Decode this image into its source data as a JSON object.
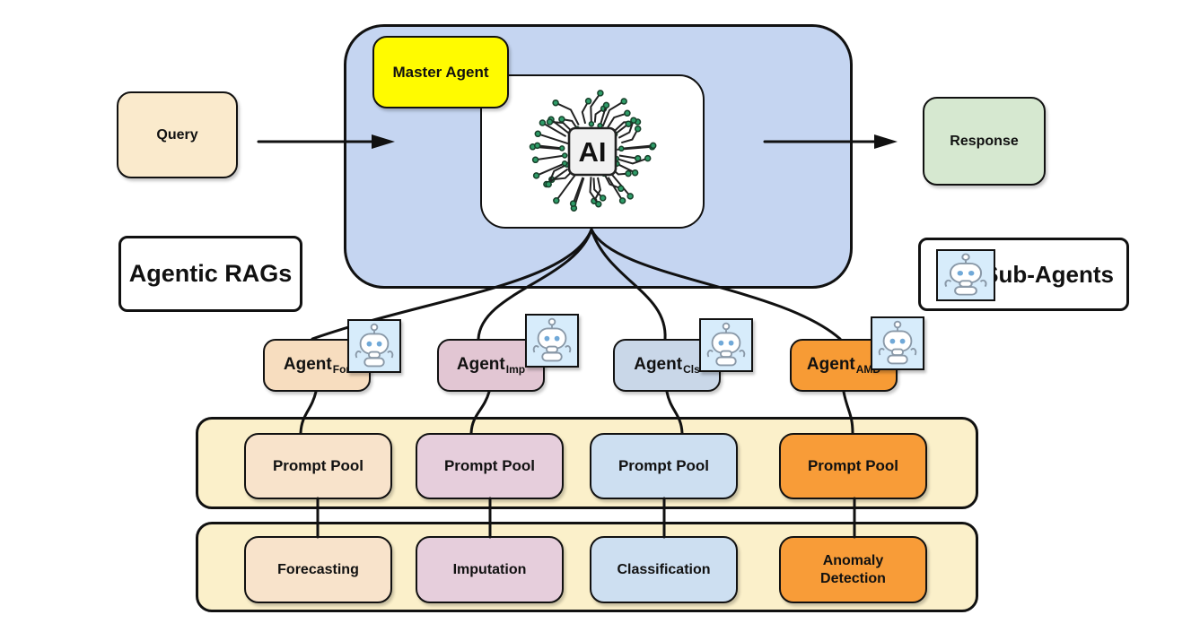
{
  "labels": {
    "master_agent": "Master Agent",
    "query": "Query",
    "response": "Response",
    "agentic_rags": "Agentic RAGs",
    "sub_agents": "Sub-Agents",
    "ai_chip": "AI"
  },
  "icons": {
    "ai_chip": "ai-chip-icon",
    "robot": "robot-icon"
  },
  "colors": {
    "master_container_bg": "#C5D5F1",
    "master_label_bg": "#FFFB00",
    "query_bg": "#FAEACC",
    "response_bg": "#D6E8D0",
    "row_container_bg": "#FBF0CA",
    "robot_icon_bg": "#D7ECFB",
    "outline": "#111111",
    "chip_dot_green": "#2E9C68"
  },
  "agents": [
    {
      "label": "Agent",
      "subscript": "For",
      "agent_color": "#F7DDBF",
      "pool_label": "Prompt Pool",
      "pool_color": "#F8E3CB",
      "task_label": "Forecasting",
      "task_color": "#F8E3CB"
    },
    {
      "label": "Agent",
      "subscript": "Imp",
      "agent_color": "#E2C6D3",
      "pool_label": "Prompt Pool",
      "pool_color": "#E6CEDC",
      "task_label": "Imputation",
      "task_color": "#E6CEDC"
    },
    {
      "label": "Agent",
      "subscript": "Cls",
      "agent_color": "#C9D7E8",
      "pool_label": "Prompt Pool",
      "pool_color": "#CDDFF1",
      "task_label": "Classification",
      "task_color": "#CDDFF1"
    },
    {
      "label": "Agent",
      "subscript": "AMD",
      "agent_color": "#F79B35",
      "pool_label": "Prompt Pool",
      "pool_color": "#F89C38",
      "task_label": "Anomaly Detection",
      "task_color": "#F89C38"
    }
  ]
}
